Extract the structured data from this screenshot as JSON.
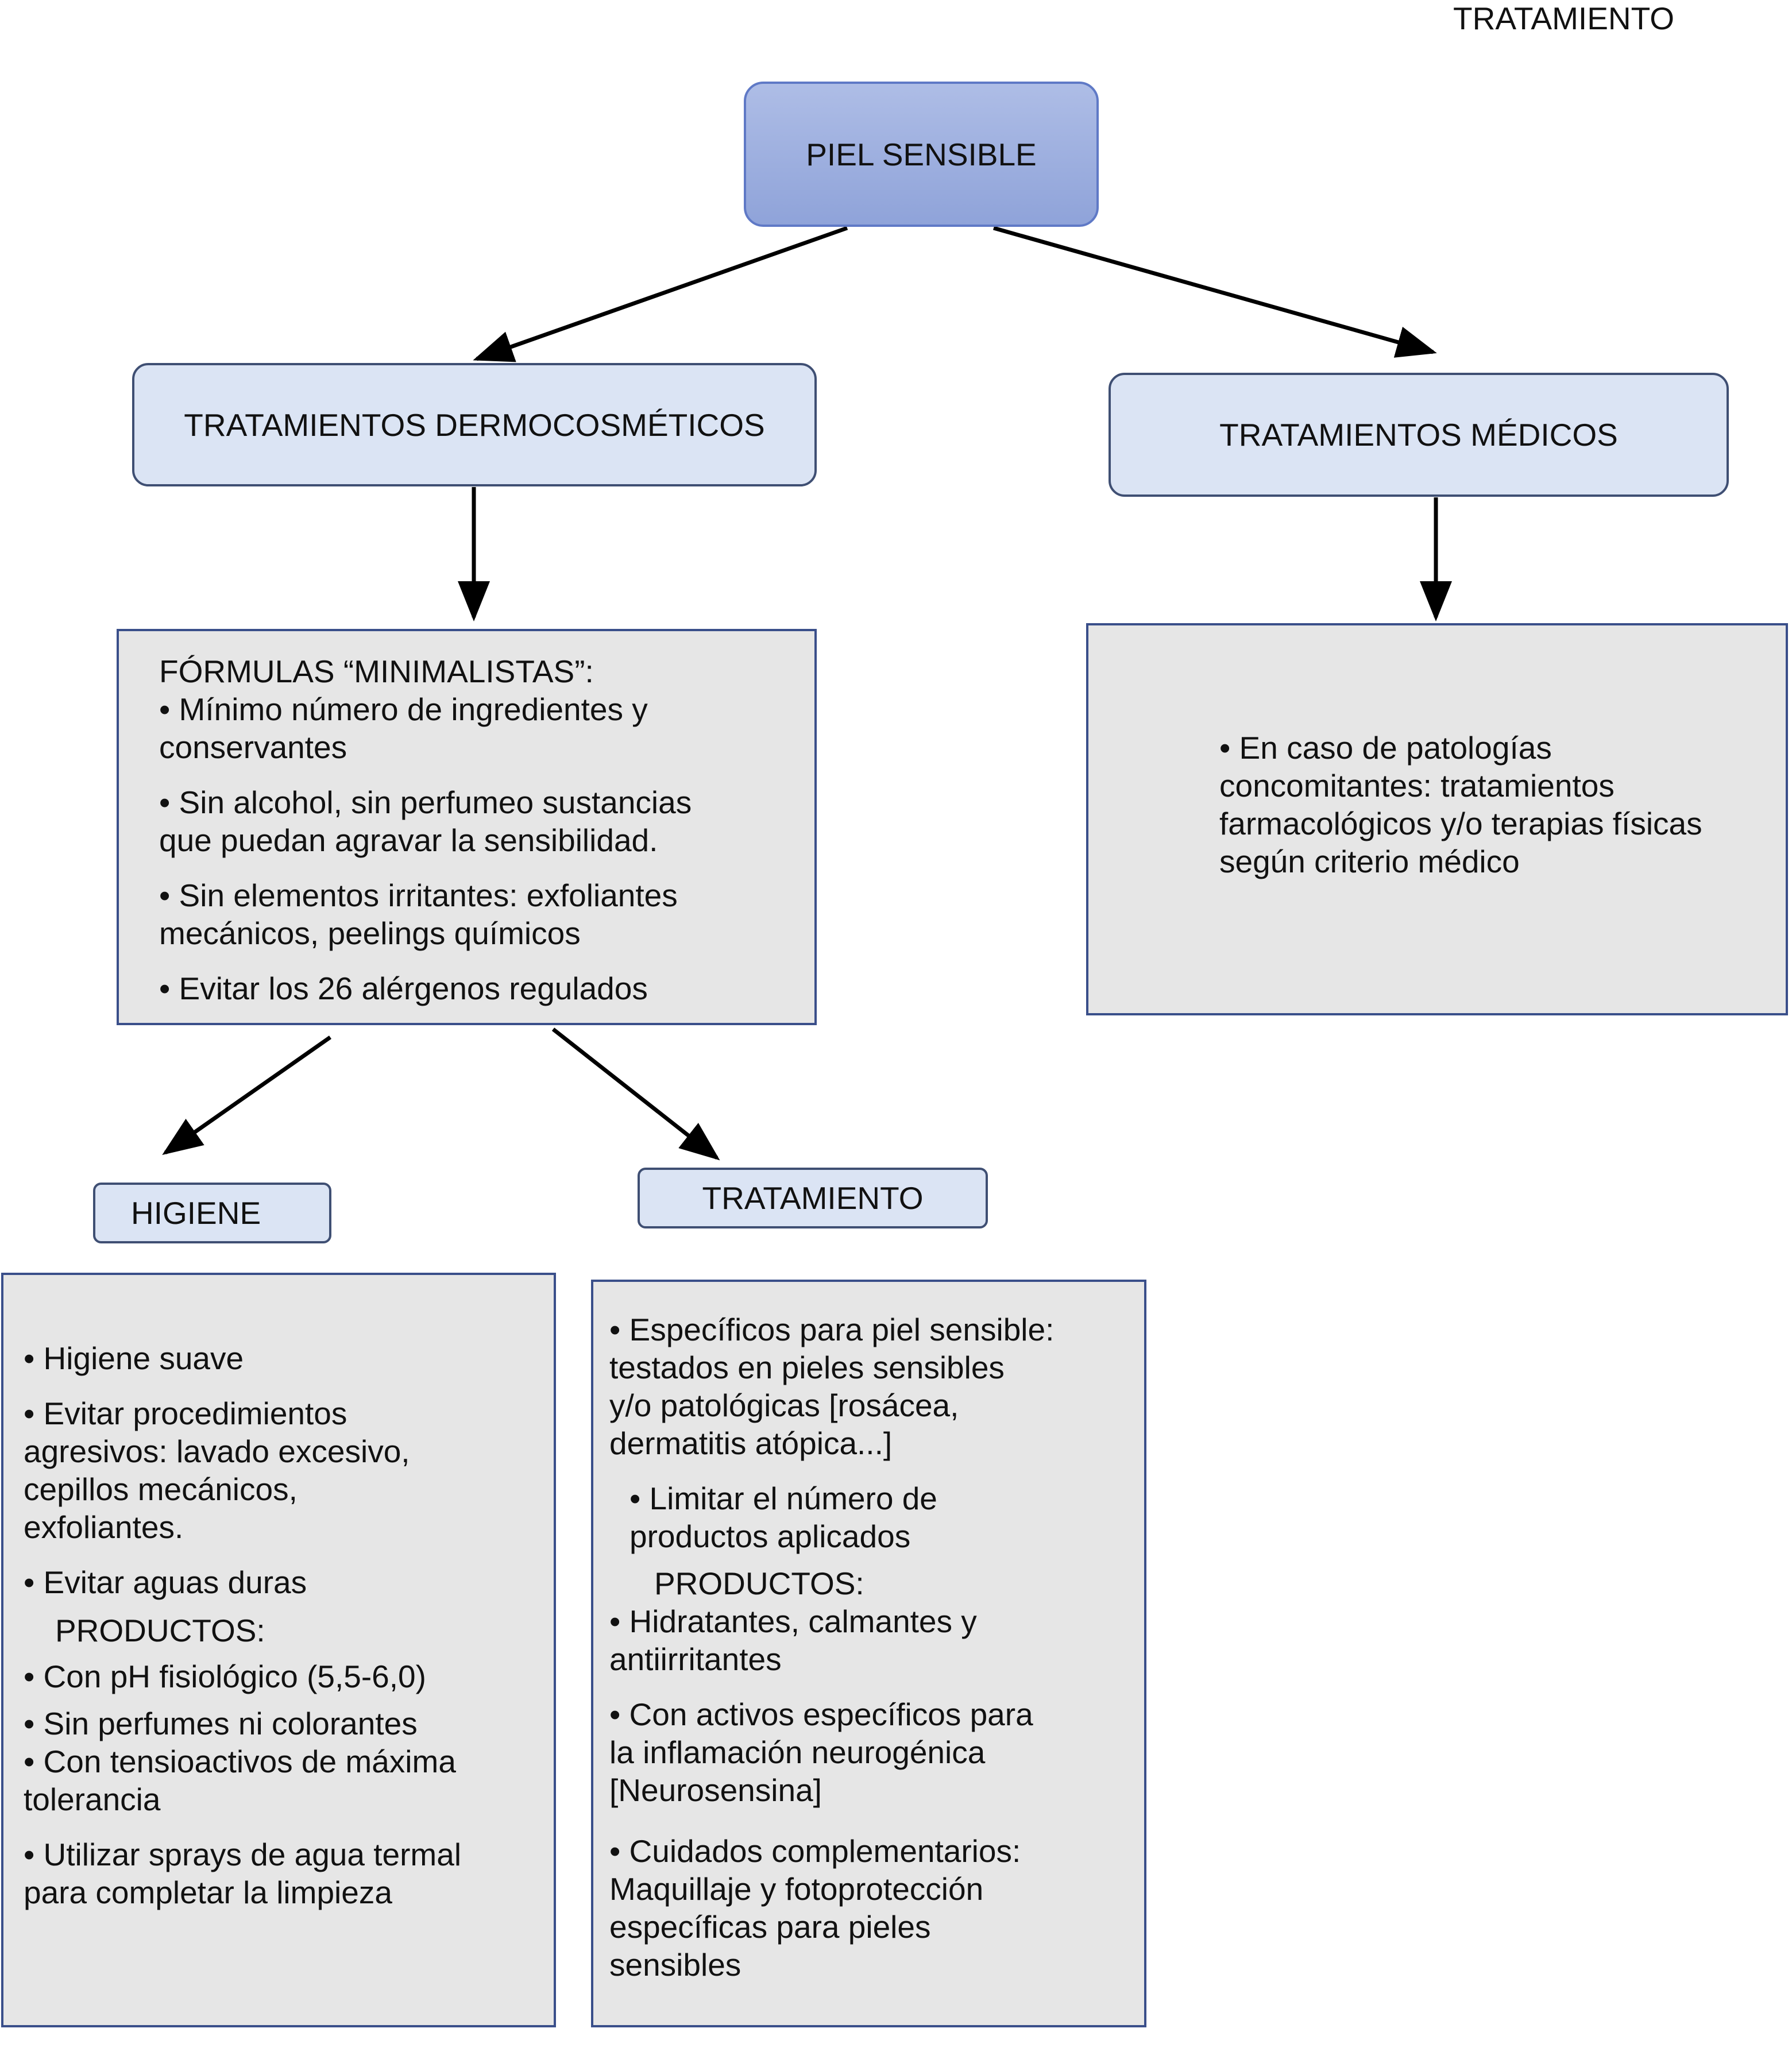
{
  "header": {
    "corner_title": "TRATAMIENTO"
  },
  "nodes": {
    "root": {
      "label": "PIEL SENSIBLE"
    },
    "dermo": {
      "label": "TRATAMIENTOS DERMOCOSMÉTICOS"
    },
    "medicos": {
      "label": "TRATAMIENTOS MÉDICOS"
    },
    "formulas": {
      "title": "FÓRMULAS “MINIMALISTAS”:",
      "b1_l1": "•  Mínimo número de ingredientes y",
      "b1_l2": "conservantes",
      "b2_l1": "•  Sin alcohol, sin perfumeo sustancias",
      "b2_l2": "que puedan agravar la sensibilidad.",
      "b3_l1": "•  Sin elementos irritantes: exfoliantes",
      "b3_l2": "mecánicos, peelings químicos",
      "b4_l1": "•  Evitar los 26 alérgenos regulados"
    },
    "medicos_detail": {
      "l1": "•     En caso de patologías",
      "l2": "concomitantes: tratamientos",
      "l3": "farmacológicos y/o terapias físicas",
      "l4": "según criterio médico"
    },
    "higiene": {
      "label": "HIGIENE"
    },
    "tratamiento": {
      "label": "TRATAMIENTO"
    },
    "higiene_detail": {
      "l1": "•  Higiene suave",
      "l2": "•  Evitar procedimientos",
      "l3": "agresivos: lavado excesivo,",
      "l4": "cepillos mecánicos,",
      "l5": "exfoliantes.",
      "l6": "•  Evitar aguas duras",
      "l7": "PRODUCTOS:",
      "l8": "•  Con pH fisiológico (5,5-6,0)",
      "l9": "•  Sin perfumes ni colorantes",
      "l10": "•  Con tensioactivos de máxima",
      "l11": "tolerancia",
      "l12": "•  Utilizar sprays de agua termal",
      "l13": "para completar la limpieza"
    },
    "tratamiento_detail": {
      "l1": "•  Específicos para piel sensible:",
      "l2": "testados en pieles sensibles",
      "l3": "y/o patológicas [rosácea,",
      "l4": "dermatitis atópica...]",
      "l5": "• Limitar el número de",
      "l6": "productos aplicados",
      "l7": "PRODUCTOS:",
      "l8": "• Hidratantes, calmantes y",
      "l9": "antiirritantes",
      "l10": "• Con activos específicos para",
      "l11": "la inflamación neurogénica",
      "l12": "[Neurosensina]",
      "l13": "• Cuidados complementarios:",
      "l14": "Maquillaje y fotoprotección",
      "l15": "específicas para pieles",
      "l16": "sensibles"
    }
  },
  "colors": {
    "root_fill": "#9db0e0",
    "header_fill": "#dbe4f4",
    "detail_fill": "#e6e6e6",
    "border_blue": "#3a4f8a"
  }
}
